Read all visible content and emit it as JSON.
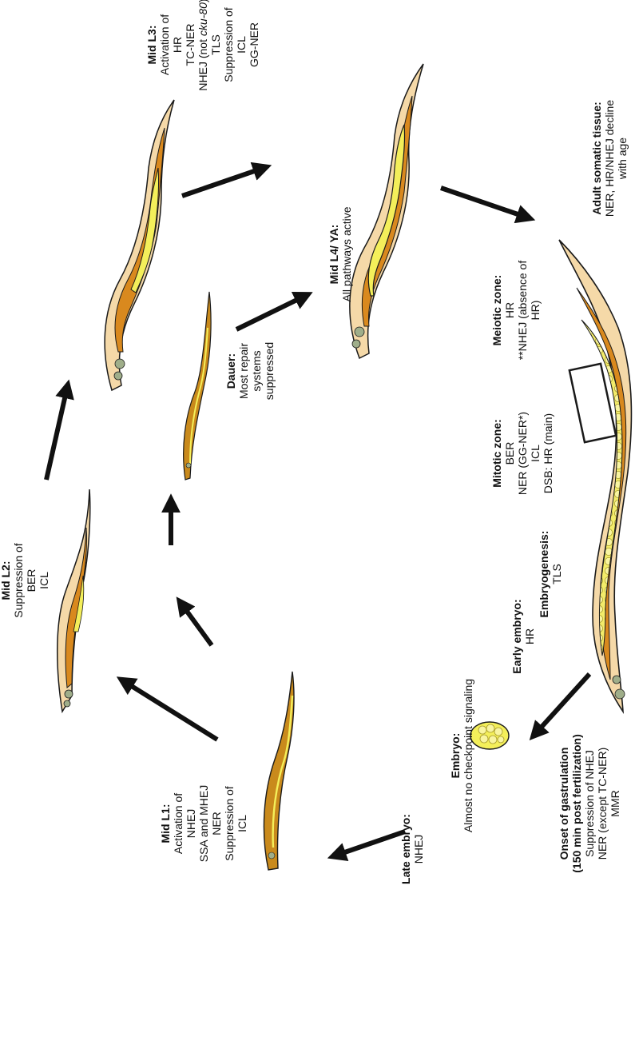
{
  "stages": {
    "mid_l1": {
      "title": "Mid L1:",
      "lines": [
        "Activation of",
        "NHEJ",
        "SSA and MHEJ",
        "NER",
        "Suppression of",
        "ICL"
      ]
    },
    "late_embryo": {
      "title": "Late embryo:",
      "lines": [
        "NHEJ"
      ]
    },
    "embryo": {
      "title": "Embryo:",
      "lines": [
        "Almost no checkpoint signaling"
      ]
    },
    "early_embryo": {
      "title": "Early embryo:",
      "lines": [
        "HR"
      ]
    },
    "gastrulation": {
      "title_lines": [
        "Onset of gastrulation",
        "(150 min post fertilization)"
      ],
      "lines": [
        "Suppression of NHEJ",
        "NER (except TC-NER)",
        "MMR"
      ]
    },
    "embryogenesis": {
      "title": "Embryogenesis:",
      "lines": [
        "TLS"
      ]
    },
    "mitotic_zone": {
      "title": "Mitotic zone:",
      "lines": [
        "BER",
        "NER (GG-NER*)",
        "ICL",
        "DSB: HR (main)"
      ]
    },
    "meiotic_zone": {
      "title": "Meiotic zone:",
      "lines": [
        "HR",
        "**NHEJ (absence of",
        "HR)"
      ]
    },
    "adult_somatic": {
      "title": "Adult somatic tissue:",
      "lines": [
        "NER, HR/NHEJ decline",
        "with  age"
      ]
    },
    "mid_l2": {
      "title": "Mid L2:",
      "lines": [
        "Suppression of",
        "BER",
        "ICL"
      ]
    },
    "dauer": {
      "title": "Dauer:",
      "lines": [
        "Most repair",
        "systems",
        "suppressed"
      ]
    },
    "mid_l3": {
      "title": "Mid L3:",
      "lines": [
        "Activation of",
        "HR",
        "TC-NER",
        "NHEJ (not ",
        "cku-80",
        ")",
        "TLS",
        "Suppression of",
        "ICL",
        "GG-NER"
      ]
    },
    "mid_l4": {
      "title": "Mid L4/ YA:",
      "lines": [
        "All pathways active"
      ]
    }
  },
  "colors": {
    "body_outline": "#1a1a1a",
    "cuticle": "#f5d9a8",
    "gut": "#d9891e",
    "gonad": "#f4ef5a",
    "gonad_light": "#f7f299",
    "pharynx": "#9fae8a",
    "arrow": "#111111"
  }
}
